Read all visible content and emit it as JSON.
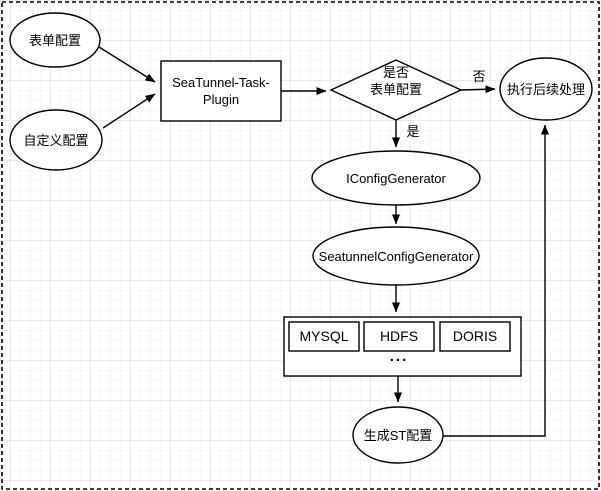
{
  "diagram_type": "flowchart",
  "colors": {
    "stroke": "#000000",
    "shape_fill": "#ffffff",
    "text": "#000000",
    "grid_minor": "#f6f6f6",
    "grid_major": "#e9e9e9"
  },
  "nodes": {
    "form_config": {
      "label": "表单配置",
      "shape": "ellipse"
    },
    "custom_config": {
      "label": "自定义配置",
      "shape": "ellipse"
    },
    "plugin": {
      "label": "SeaTunnel-Task-Plugin",
      "shape": "rectangle"
    },
    "decision": {
      "label": "是否\n表单配置",
      "shape": "diamond"
    },
    "exec_followup": {
      "label": "执行后续处理",
      "shape": "ellipse"
    },
    "iconfig_generator": {
      "label": "IConfigGenerator",
      "shape": "ellipse"
    },
    "seatunnel_config_generator": {
      "label": "SeatunnelConfigGenerator",
      "shape": "ellipse"
    },
    "mysql": {
      "label": "MYSQL",
      "shape": "rectangle"
    },
    "hdfs": {
      "label": "HDFS",
      "shape": "rectangle"
    },
    "doris": {
      "label": "DORIS",
      "shape": "rectangle"
    },
    "more_targets": {
      "label": "...",
      "shape": "text"
    },
    "generate_st_config": {
      "label": "生成ST配置",
      "shape": "ellipse"
    }
  },
  "edge_labels": {
    "no": "否",
    "yes": "是"
  }
}
